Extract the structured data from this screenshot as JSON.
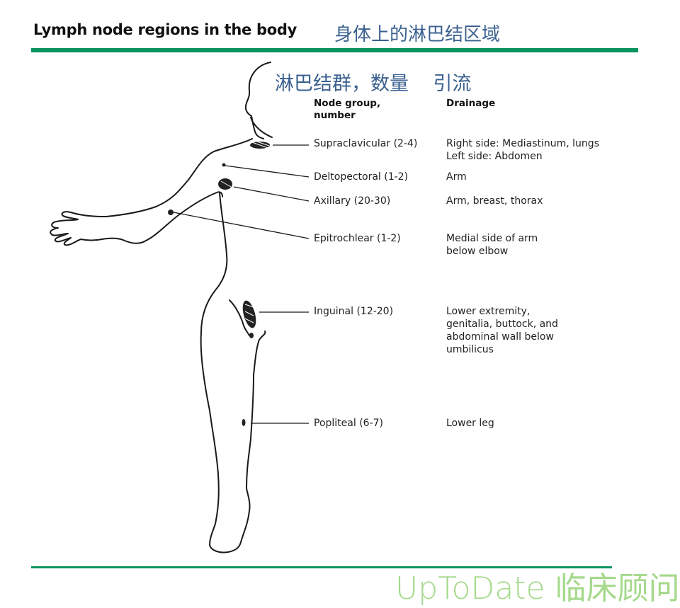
{
  "header": {
    "title_en": "Lymph node regions in the body",
    "title_cn": "身体上的淋巴结区域"
  },
  "annotation": {
    "subtitle_cn": "淋巴结群，数量    引流"
  },
  "table": {
    "columns": [
      "Node group, number",
      "Drainage"
    ],
    "column_lines": {
      "node_group": [
        "Node group,",
        "number"
      ],
      "drainage": [
        "Drainage"
      ]
    },
    "rows": [
      {
        "node": "Supraclavicular (2-4)",
        "drainage": [
          "Right side: Mediastinum, lungs",
          "Left side: Abdomen"
        ]
      },
      {
        "node": "Deltopectoral (1-2)",
        "drainage": [
          "Arm"
        ]
      },
      {
        "node": "Axillary (20-30)",
        "drainage": [
          "Arm, breast, thorax"
        ]
      },
      {
        "node": "Epitrochlear (1-2)",
        "drainage": [
          "Medial side of arm",
          "below elbow"
        ]
      },
      {
        "node": "Inguinal (12-20)",
        "drainage": [
          "Lower extremity,",
          "genitalia, buttock, and",
          "abdominal wall below",
          "umbilicus"
        ]
      },
      {
        "node": "Popliteal (6-7)",
        "drainage": [
          "Lower leg"
        ]
      }
    ]
  },
  "watermark": {
    "text": "UpToDate 临床顾问"
  },
  "colors": {
    "rule_green": "#0a935f",
    "cn_blue": "#3b6190",
    "watermark_green": "#a5d98b"
  }
}
